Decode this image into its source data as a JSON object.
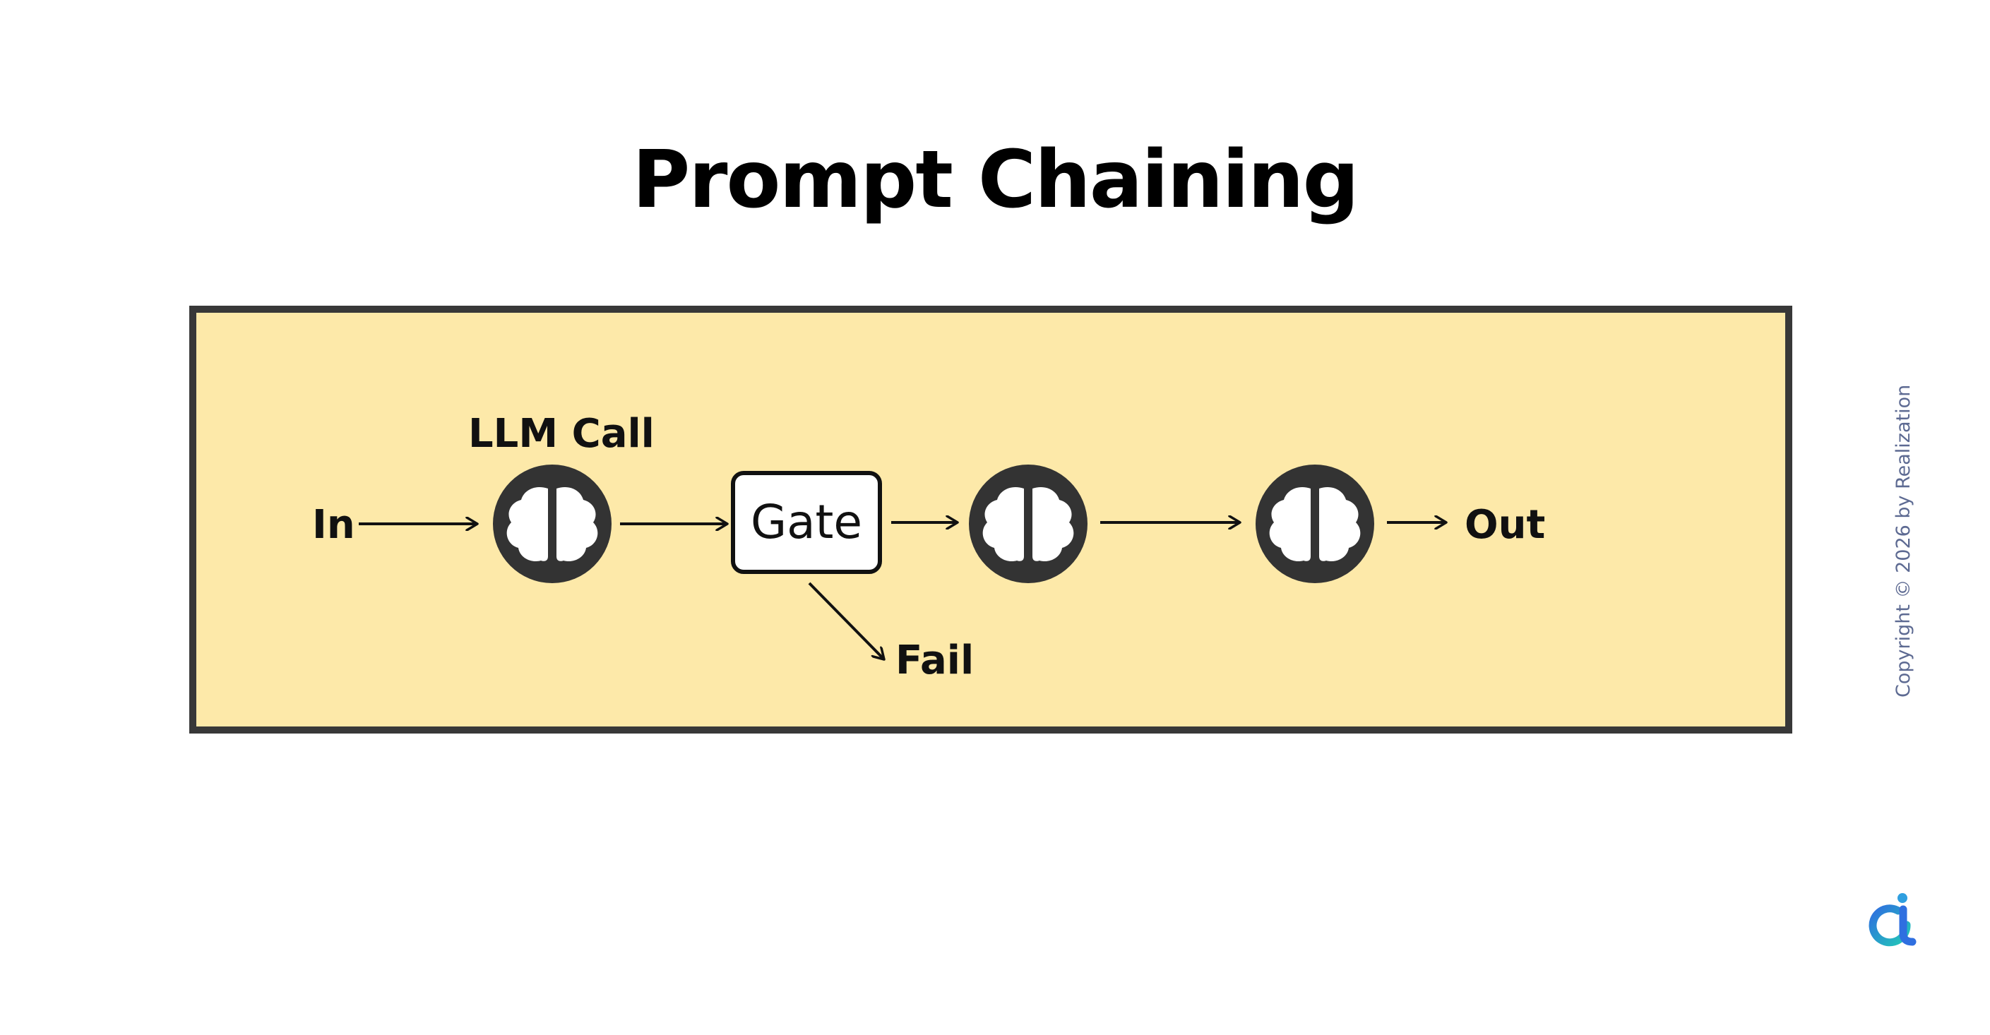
{
  "title": "Prompt Chaining",
  "diagram": {
    "input_label": "In",
    "llm_call_label": "LLM Call",
    "gate_label": "Gate",
    "fail_label": "Fail",
    "output_label": "Out",
    "nodes": [
      {
        "id": "llm-call-1",
        "icon": "brain-icon"
      },
      {
        "id": "gate",
        "icon": "none"
      },
      {
        "id": "llm-call-2",
        "icon": "brain-icon"
      },
      {
        "id": "llm-call-3",
        "icon": "brain-icon"
      }
    ],
    "edges": [
      {
        "from": "in",
        "to": "llm-call-1"
      },
      {
        "from": "llm-call-1",
        "to": "gate"
      },
      {
        "from": "gate",
        "to": "llm-call-2"
      },
      {
        "from": "gate",
        "to": "fail"
      },
      {
        "from": "llm-call-2",
        "to": "llm-call-3"
      },
      {
        "from": "llm-call-3",
        "to": "out"
      }
    ]
  },
  "copyright": "Copyright © 2026 by Realization",
  "colors": {
    "panel_background": "#fde9a9",
    "panel_border": "#383838",
    "node_fill": "#333333",
    "brain_fill": "#ffffff",
    "copyright_text": "#5d6a92",
    "logo_blue": "#2f6fe0",
    "logo_teal": "#22c7b8"
  }
}
